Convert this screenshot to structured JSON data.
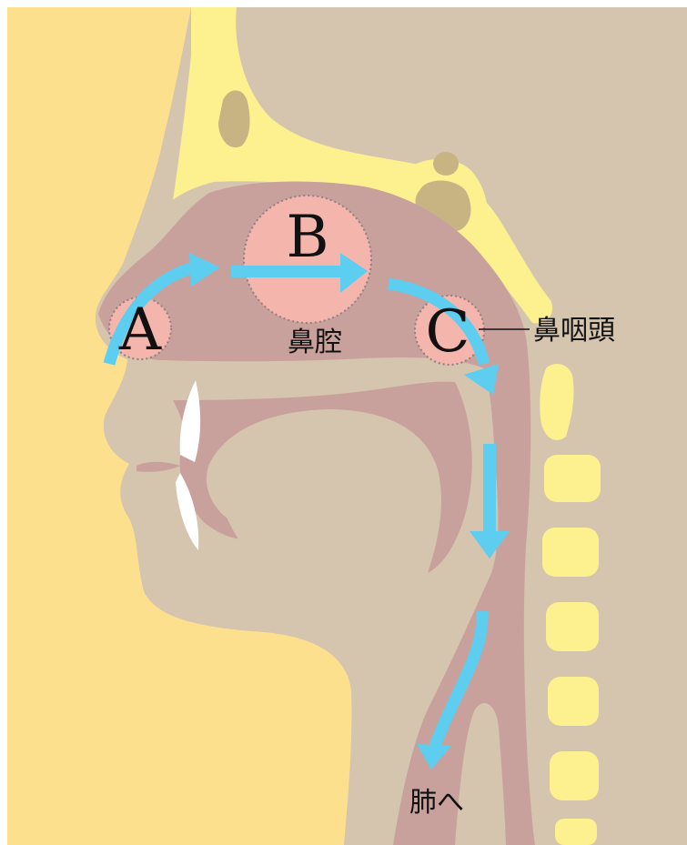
{
  "regions": {
    "a": {
      "letter": "A"
    },
    "b": {
      "letter": "B",
      "caption": "鼻腔"
    },
    "c": {
      "letter": "C",
      "caption": "鼻咽頭"
    }
  },
  "outflow_label": "肺へ",
  "colors": {
    "skin": "#fde08e",
    "tissue": "#d5c4ae",
    "airway": "#c9a19c",
    "bone": "#fdf08f",
    "cavity_bone": "#c8b382",
    "region": "#f4b5ad",
    "arrow": "#5dcdf0",
    "teeth": "#ffffff"
  }
}
